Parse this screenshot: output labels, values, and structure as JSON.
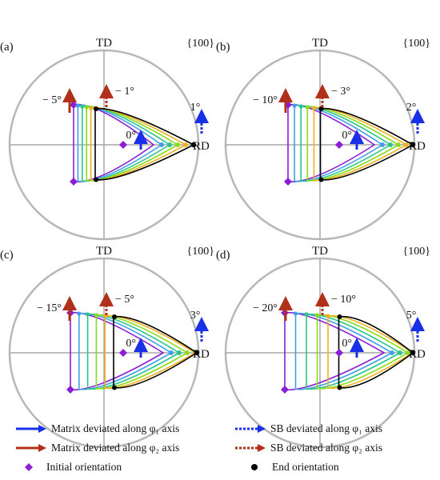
{
  "axis_labels": {
    "top": "TD",
    "right": "RD",
    "plane": "{100}"
  },
  "colors": {
    "circle": "#b8b8b8",
    "axes": "#a8a8a8",
    "matrix_phi1": "#1a2fe8",
    "matrix_phi2": "#b0301a",
    "sb_phi1": "#1a2fe8",
    "sb_phi2": "#b0301a",
    "initial": "#8a1fd6",
    "end": "#000000",
    "series": [
      "#8a1fd6",
      "#3fa0e8",
      "#29c58a",
      "#8adc1a",
      "#f0b020",
      "#000000"
    ]
  },
  "panels": [
    {
      "label": "(a)",
      "matrix_phi2": "− 5°",
      "sb_phi2": "− 1°",
      "sb_phi1": "1°",
      "matrix_phi1": "0°"
    },
    {
      "label": "(b)",
      "matrix_phi2": "− 10°",
      "sb_phi2": "− 3°",
      "sb_phi1": "2°",
      "matrix_phi1": "0°"
    },
    {
      "label": "(c)",
      "matrix_phi2": "− 15°",
      "sb_phi2": "− 5°",
      "sb_phi1": "3°",
      "matrix_phi1": "0°"
    },
    {
      "label": "(d)",
      "matrix_phi2": "− 20°",
      "sb_phi2": "− 10°",
      "sb_phi1": "5°",
      "matrix_phi1": "0°"
    }
  ],
  "legend": {
    "matrix_phi1": "Matrix deviated along φ₁ axis",
    "matrix_phi2": "Matrix deviated along φ₂ axis",
    "initial": "Initial orientation",
    "sb_phi1": "SB deviated along φ₁ axis",
    "sb_phi2": "SB deviated along φ₂ axis",
    "end": "End orientation"
  }
}
